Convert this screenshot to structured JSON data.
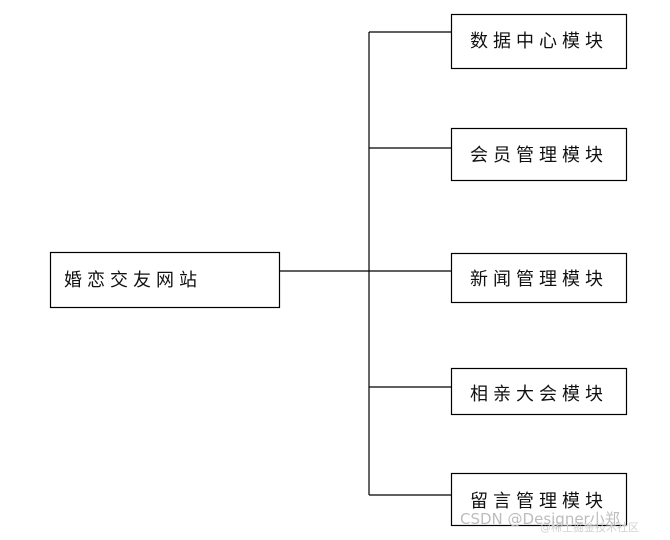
{
  "root": {
    "label": "婚恋交友网站"
  },
  "modules": [
    {
      "label": "数据中心模块"
    },
    {
      "label": "会员管理模块"
    },
    {
      "label": "新闻管理模块"
    },
    {
      "label": "相亲大会模块"
    },
    {
      "label": "留言管理模块"
    }
  ],
  "watermark": {
    "text": "CSDN @Designer小郑",
    "subtext": "@稀土掘金技术社区"
  }
}
